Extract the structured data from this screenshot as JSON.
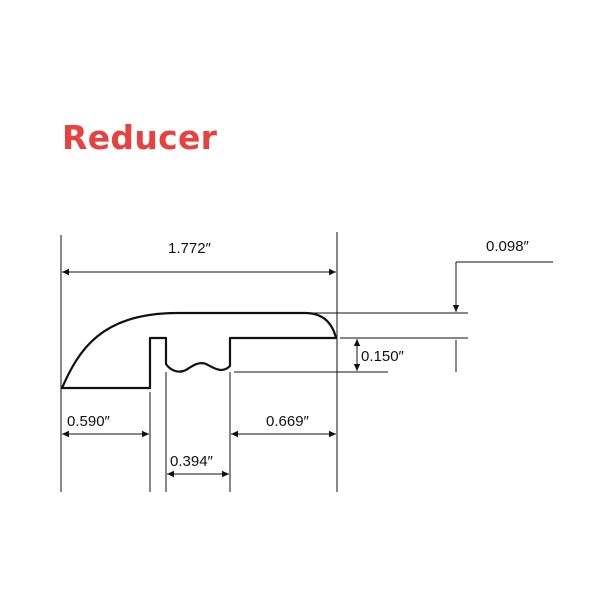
{
  "title": "Reducer",
  "colors": {
    "title": "#e8413f",
    "line": "#111111",
    "background": "#ffffff"
  },
  "dimensions": {
    "overall_width": "1.772″",
    "top_step": "0.098″",
    "groove_depth": "0.150″",
    "left_leg": "0.590″",
    "groove_width": "0.394″",
    "right_flange": "0.669″"
  }
}
